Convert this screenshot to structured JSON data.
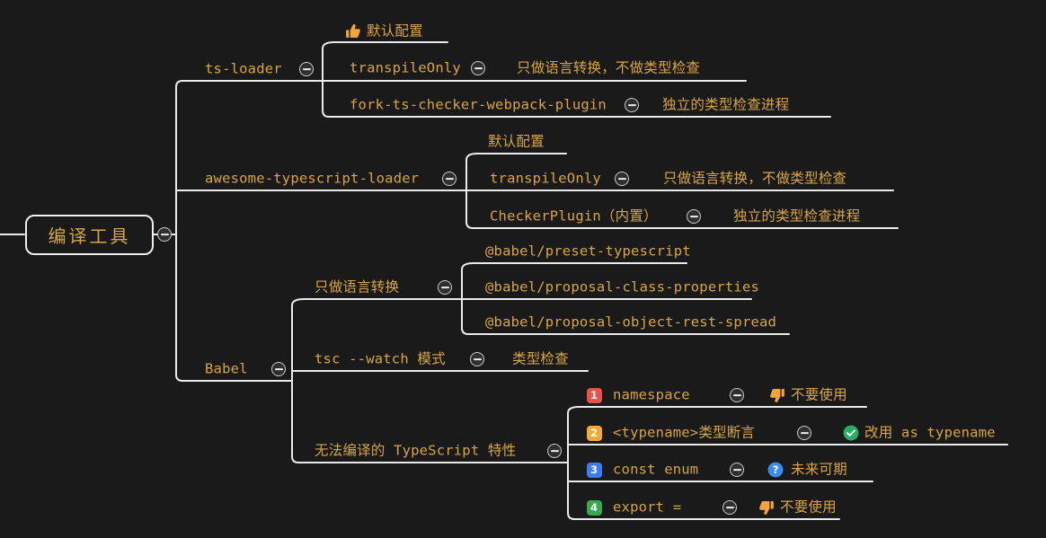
{
  "meta": {
    "background": "#1a1a1a",
    "line_color": "#ebebeb",
    "text_color": "#d8a545",
    "collapse_icon": "minus-circle"
  },
  "root": {
    "label": "编译工具"
  },
  "ts_loader": {
    "label": "ts-loader",
    "default_config": {
      "icon": "thumbs-up",
      "label": "默认配置"
    },
    "transpile_only": {
      "label": "transpileOnly",
      "note": "只做语言转换，不做类型检查"
    },
    "fork_checker": {
      "label": "fork-ts-checker-webpack-plugin",
      "note": "独立的类型检查进程"
    }
  },
  "awesome_loader": {
    "label": "awesome-typescript-loader",
    "default_config": {
      "label": "默认配置"
    },
    "transpile_only": {
      "label": "transpileOnly",
      "note": "只做语言转换，不做类型检查"
    },
    "checker_plugin": {
      "label": "CheckerPlugin（内置）",
      "note": "独立的类型检查进程"
    }
  },
  "babel": {
    "label": "Babel",
    "transpile": {
      "label": "只做语言转换",
      "plugins": [
        "@babel/preset-typescript",
        "@babel/proposal-class-properties",
        "@babel/proposal-object-rest-spread"
      ]
    },
    "tsc_watch": {
      "label": "tsc --watch 模式",
      "note": "类型检查"
    },
    "unsupported": {
      "label": "无法编译的 TypeScript 特性",
      "items": [
        {
          "num": "1",
          "badge_color": "#e5534b",
          "label": "namespace",
          "icon": "thumbs-down",
          "verdict": "不要使用"
        },
        {
          "num": "2",
          "badge_color": "#f6a83b",
          "label": "<typename>类型断言",
          "icon": "check-circle",
          "verdict": "改用 as typename"
        },
        {
          "num": "3",
          "badge_color": "#3b7cf5",
          "label": "const enum",
          "icon": "question-circle",
          "verdict": "未来可期"
        },
        {
          "num": "4",
          "badge_color": "#3aa84f",
          "label": "export =",
          "icon": "thumbs-down",
          "verdict": "不要使用"
        }
      ]
    }
  }
}
